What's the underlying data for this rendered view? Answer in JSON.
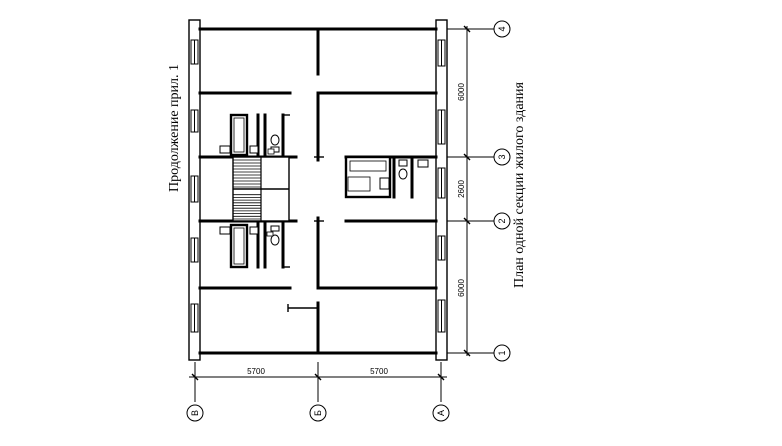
{
  "header": {
    "appendix_label": "Продолжение прил. 1"
  },
  "caption": "План одной секции жилого здания",
  "dimensions": {
    "width_left": "5700",
    "width_right": "5700",
    "depth_top": "6000",
    "depth_middle": "2600",
    "depth_bottom": "6000"
  },
  "grid_axes": {
    "numeric": [
      "4",
      "3",
      "2",
      "1"
    ],
    "letter": [
      "В",
      "Б",
      "А"
    ]
  }
}
